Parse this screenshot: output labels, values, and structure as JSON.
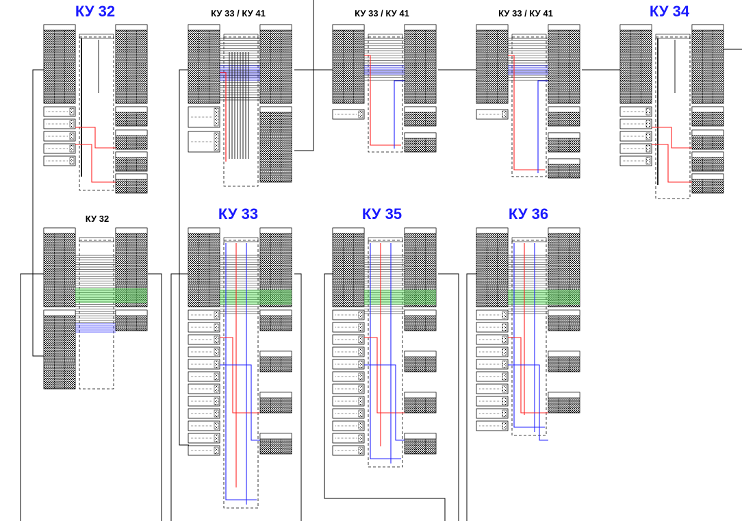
{
  "diagram": {
    "colors": {
      "title_accent": "#1a1aff",
      "wire_red": "#ff2020",
      "wire_blue": "#2020ff",
      "wire_black": "#202020",
      "band_green": "#55dd55"
    },
    "cabinets": [
      {
        "id": "c1",
        "title": "КУ 32",
        "style": "big"
      },
      {
        "id": "c2",
        "title": "КУ 33 / КУ 41",
        "style": "small"
      },
      {
        "id": "c3",
        "title": "КУ 33 / КУ 41",
        "style": "small"
      },
      {
        "id": "c4",
        "title": "КУ 33 / КУ 41",
        "style": "small"
      },
      {
        "id": "c5",
        "title": "КУ 34",
        "style": "big"
      },
      {
        "id": "c6",
        "title": "КУ 32",
        "style": "small"
      },
      {
        "id": "c7",
        "title": "КУ 33",
        "style": "big"
      },
      {
        "id": "c8",
        "title": "КУ 35",
        "style": "big"
      },
      {
        "id": "c9",
        "title": "КУ 36",
        "style": "big"
      }
    ]
  }
}
